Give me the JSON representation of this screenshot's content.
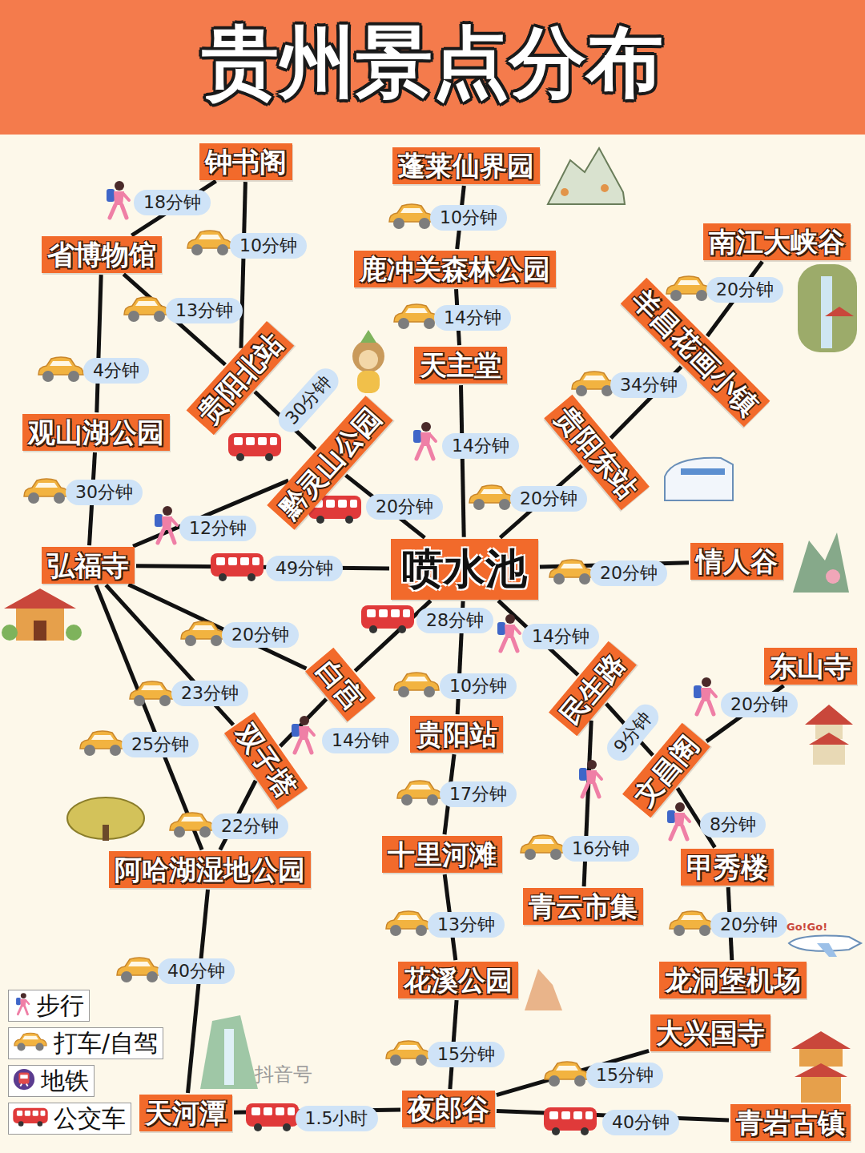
{
  "diagram": {
    "title": "贵州景点分布",
    "nodes": [
      {
        "text": [
          "钟书阁"
        ]
      },
      {
        "text": [
          "蓬莱仙界园"
        ]
      },
      {
        "text": [
          "省博物馆"
        ]
      },
      {
        "text": [
          "鹿冲关森林公园"
        ]
      },
      {
        "text": [
          "南江大峡谷"
        ]
      },
      {
        "text": [
          "羊昌花画小镇"
        ]
      },
      {
        "text": [
          "贵阳北站"
        ]
      },
      {
        "text": [
          "天主堂"
        ]
      },
      {
        "text": [
          "观山湖公园"
        ]
      },
      {
        "text": [
          "黔灵山公园"
        ]
      },
      {
        "text": [
          "贵阳东站"
        ]
      },
      {
        "text": [
          "弘福寺"
        ]
      },
      {
        "text": [
          "喷水池"
        ]
      },
      {
        "text": [
          "情人谷"
        ]
      },
      {
        "text": [
          "白宫"
        ]
      },
      {
        "text": [
          "民生路"
        ]
      },
      {
        "text": [
          "东山寺"
        ]
      },
      {
        "text": [
          "贵阳站"
        ]
      },
      {
        "text": [
          "双子塔"
        ]
      },
      {
        "text": [
          "文昌阁"
        ]
      },
      {
        "text": [
          "十里河滩"
        ]
      },
      {
        "text": [
          "甲秀楼"
        ]
      },
      {
        "text": [
          "阿哈湖湿地公园"
        ]
      },
      {
        "text": [
          "青云市集"
        ]
      },
      {
        "text": [
          "花溪公园"
        ]
      },
      {
        "text": [
          "龙洞堡机场"
        ]
      },
      {
        "text": [
          "大兴国寺"
        ]
      },
      {
        "text": [
          "天河潭"
        ]
      },
      {
        "text": [
          "夜郎谷"
        ]
      },
      {
        "text": [
          "青岩古镇"
        ]
      }
    ],
    "edges": [
      {
        "from": 0,
        "to": 2,
        "arrow": "none",
        "label": "18分钟"
      },
      {
        "from": 0,
        "to": 6,
        "arrow": "none",
        "label": "10分钟"
      },
      {
        "from": 2,
        "to": 6,
        "arrow": "none",
        "label": "13分钟"
      },
      {
        "from": 2,
        "to": 8,
        "arrow": "none",
        "label": "4分钟"
      },
      {
        "from": 8,
        "to": 11,
        "arrow": "none",
        "label": "30分钟"
      },
      {
        "from": 6,
        "to": 9,
        "arrow": "none",
        "label": "30分钟"
      },
      {
        "from": 9,
        "to": 12,
        "arrow": "none",
        "label": "20分钟"
      },
      {
        "from": 11,
        "to": 9,
        "arrow": "none",
        "label": "12分钟"
      },
      {
        "from": 11,
        "to": 12,
        "arrow": "none",
        "label": "49分钟"
      },
      {
        "from": 1,
        "to": 3,
        "arrow": "none",
        "label": "10分钟"
      },
      {
        "from": 3,
        "to": 7,
        "arrow": "none",
        "label": "14分钟"
      },
      {
        "from": 7,
        "to": 12,
        "arrow": "none",
        "label": "14分钟"
      },
      {
        "from": 4,
        "to": 5,
        "arrow": "none",
        "label": "20分钟"
      },
      {
        "from": 5,
        "to": 10,
        "arrow": "none",
        "label": "34分钟"
      },
      {
        "from": 10,
        "to": 12,
        "arrow": "none",
        "label": "20分钟"
      },
      {
        "from": 12,
        "to": 13,
        "arrow": "none",
        "label": "20分钟"
      },
      {
        "from": 11,
        "to": 14,
        "arrow": "none",
        "label": "20分钟"
      },
      {
        "from": 11,
        "to": 18,
        "arrow": "none",
        "label": "23分钟"
      },
      {
        "from": 11,
        "to": 22,
        "arrow": "none",
        "label": "25分钟"
      },
      {
        "from": 22,
        "to": 27,
        "arrow": "none",
        "label": "40分钟"
      },
      {
        "from": 12,
        "to": 14,
        "arrow": "none",
        "label": "28分钟"
      },
      {
        "from": 14,
        "to": 18,
        "arrow": "none",
        "label": "14分钟"
      },
      {
        "from": 18,
        "to": 22,
        "arrow": "none",
        "label": "22分钟"
      },
      {
        "from": 12,
        "to": 17,
        "arrow": "none",
        "label": "10分钟"
      },
      {
        "from": 17,
        "to": 20,
        "arrow": "none",
        "label": "17分钟"
      },
      {
        "from": 20,
        "to": 24,
        "arrow": "none",
        "label": "13分钟"
      },
      {
        "from": 24,
        "to": 28,
        "arrow": "none",
        "label": "15分钟"
      },
      {
        "from": 12,
        "to": 15,
        "arrow": "none",
        "label": "14分钟"
      },
      {
        "from": 15,
        "to": 19,
        "arrow": "none",
        "label": "9分钟"
      },
      {
        "from": 15,
        "to": 23,
        "arrow": "none",
        "label": "16分钟"
      },
      {
        "from": 19,
        "to": 16,
        "arrow": "none",
        "label": "20分钟"
      },
      {
        "from": 19,
        "to": 21,
        "arrow": "none",
        "label": "8分钟"
      },
      {
        "from": 21,
        "to": 25,
        "arrow": "none",
        "label": "20分钟"
      },
      {
        "from": 27,
        "to": 28,
        "arrow": "none",
        "label": "1.5小时"
      },
      {
        "from": 28,
        "to": 26,
        "arrow": "none",
        "label": "15分钟"
      },
      {
        "from": 28,
        "to": 29,
        "arrow": "none",
        "label": "40分钟"
      }
    ],
    "labels": [
      "抖音号",
      "Go!Go!"
    ],
    "legend": [
      {
        "text": "步行"
      },
      {
        "text": "打车/自驾"
      },
      {
        "text": "地铁"
      },
      {
        "text": "公交车"
      }
    ]
  }
}
